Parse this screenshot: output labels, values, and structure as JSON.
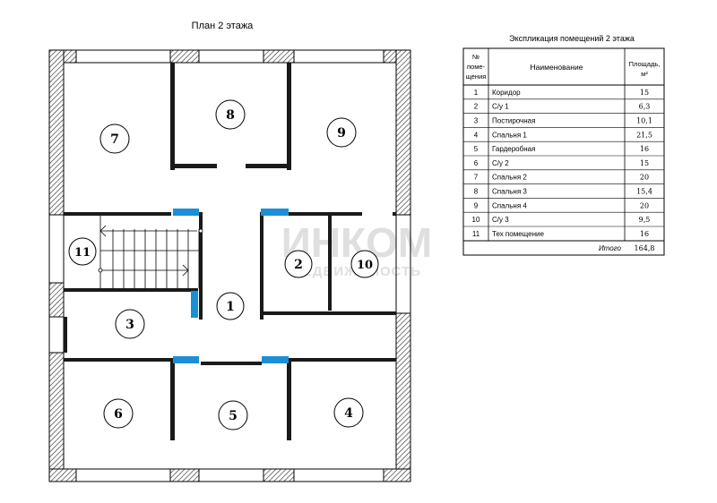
{
  "plan": {
    "title": "План 2 этажа",
    "rooms": [
      {
        "number": "1"
      },
      {
        "number": "2"
      },
      {
        "number": "3"
      },
      {
        "number": "4"
      },
      {
        "number": "5"
      },
      {
        "number": "6"
      },
      {
        "number": "7"
      },
      {
        "number": "8"
      },
      {
        "number": "9"
      },
      {
        "number": "10"
      },
      {
        "number": "11"
      }
    ]
  },
  "table": {
    "title": "Экспликация помещений 2 этажа",
    "headers": {
      "number_lines": [
        "№",
        "поме-",
        "щения"
      ],
      "name": "Наименование",
      "area_line1": "Площадь,",
      "area_line2": "м²"
    },
    "rows": [
      {
        "num": "1",
        "name": "Коридор",
        "area": "15"
      },
      {
        "num": "2",
        "name": "С/у 1",
        "area": "6,3"
      },
      {
        "num": "3",
        "name": "Постирочная",
        "area": "10,1"
      },
      {
        "num": "4",
        "name": "Спальня 1",
        "area": "21,5"
      },
      {
        "num": "5",
        "name": "Гардеробная",
        "area": "16"
      },
      {
        "num": "6",
        "name": "С/у 2",
        "area": "15"
      },
      {
        "num": "7",
        "name": "Спальня 2",
        "area": "20"
      },
      {
        "num": "8",
        "name": "Спальня 3",
        "area": "15,4"
      },
      {
        "num": "9",
        "name": "Спальня 4",
        "area": "20"
      },
      {
        "num": "10",
        "name": "С/у 3",
        "area": "9,5"
      },
      {
        "num": "11",
        "name": "Тех помещение",
        "area": "16"
      }
    ],
    "total_label": "Итого",
    "total_value": "164,8"
  },
  "watermark": {
    "brand": "ИНКОМ",
    "subtitle": "НЕДВИЖИМОСТЬ"
  },
  "colors": {
    "wall": "#1a1a1a",
    "window": "#1a8fd6",
    "hatch": "#333333",
    "line": "#000000",
    "watermark": "#d9d9d9"
  }
}
